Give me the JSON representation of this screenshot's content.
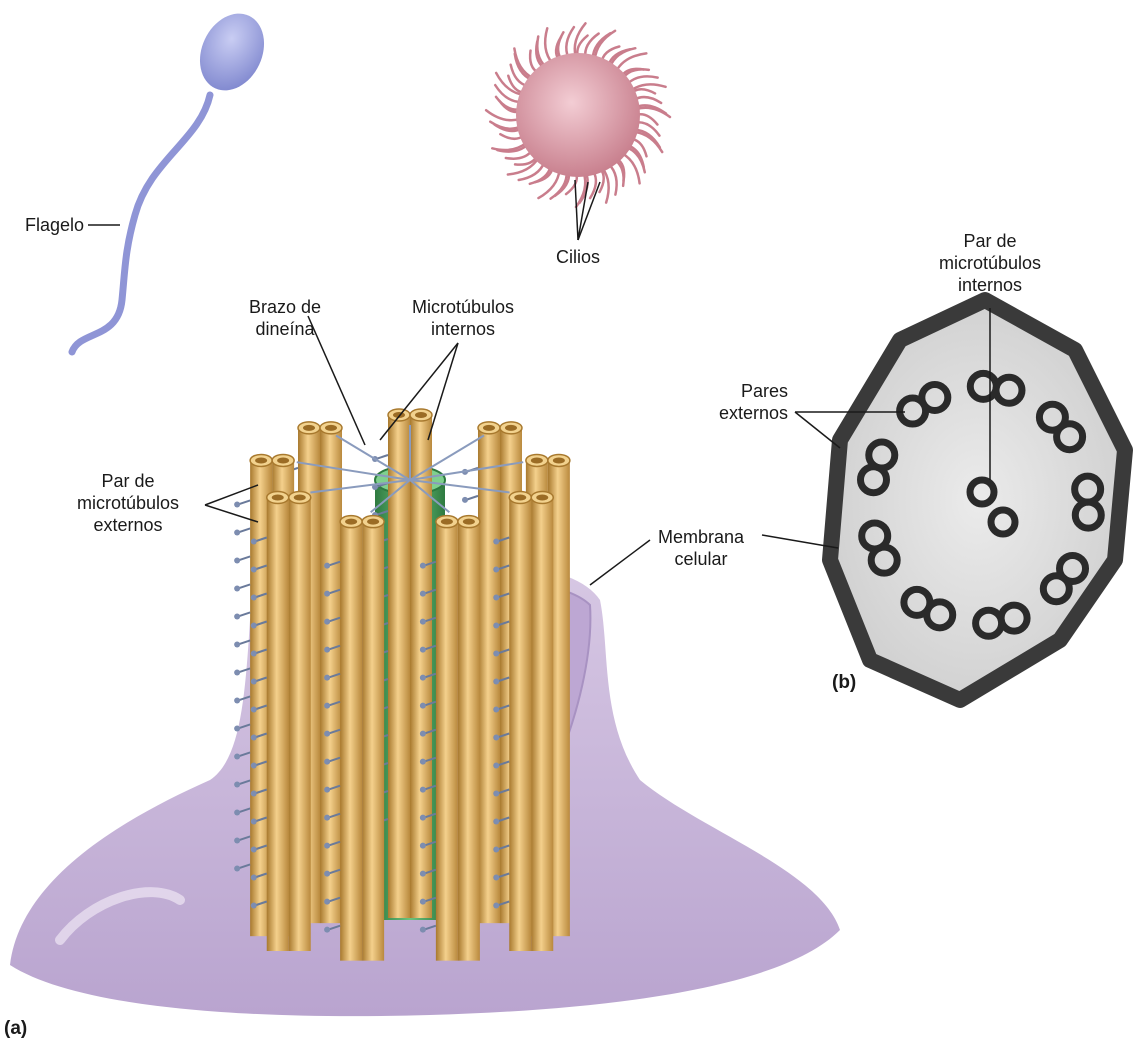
{
  "labels": {
    "flagelo": "Flagelo",
    "cilios": "Cilios",
    "brazo_dineina": "Brazo de\ndineína",
    "microtubulos_internos": "Microtúbulos\ninternos",
    "par_microtubulos_externos": "Par de\nmicrotúbulos\nexternos",
    "membrana_celular": "Membrana\ncelular",
    "par_microtubulos_internos": "Par de\nmicrotúbulos\ninternos",
    "pares_externos": "Pares\nexternos",
    "panel_a": "(a)",
    "panel_b": "(b)"
  },
  "colors": {
    "sperm": "#9aa0dd",
    "cilia_cell": "#d99aa6",
    "microtubule": "#e2b76a",
    "central_sheath": "#3f9a55",
    "membrane": "#c9b6d9",
    "micrograph_ring": "#444444"
  }
}
